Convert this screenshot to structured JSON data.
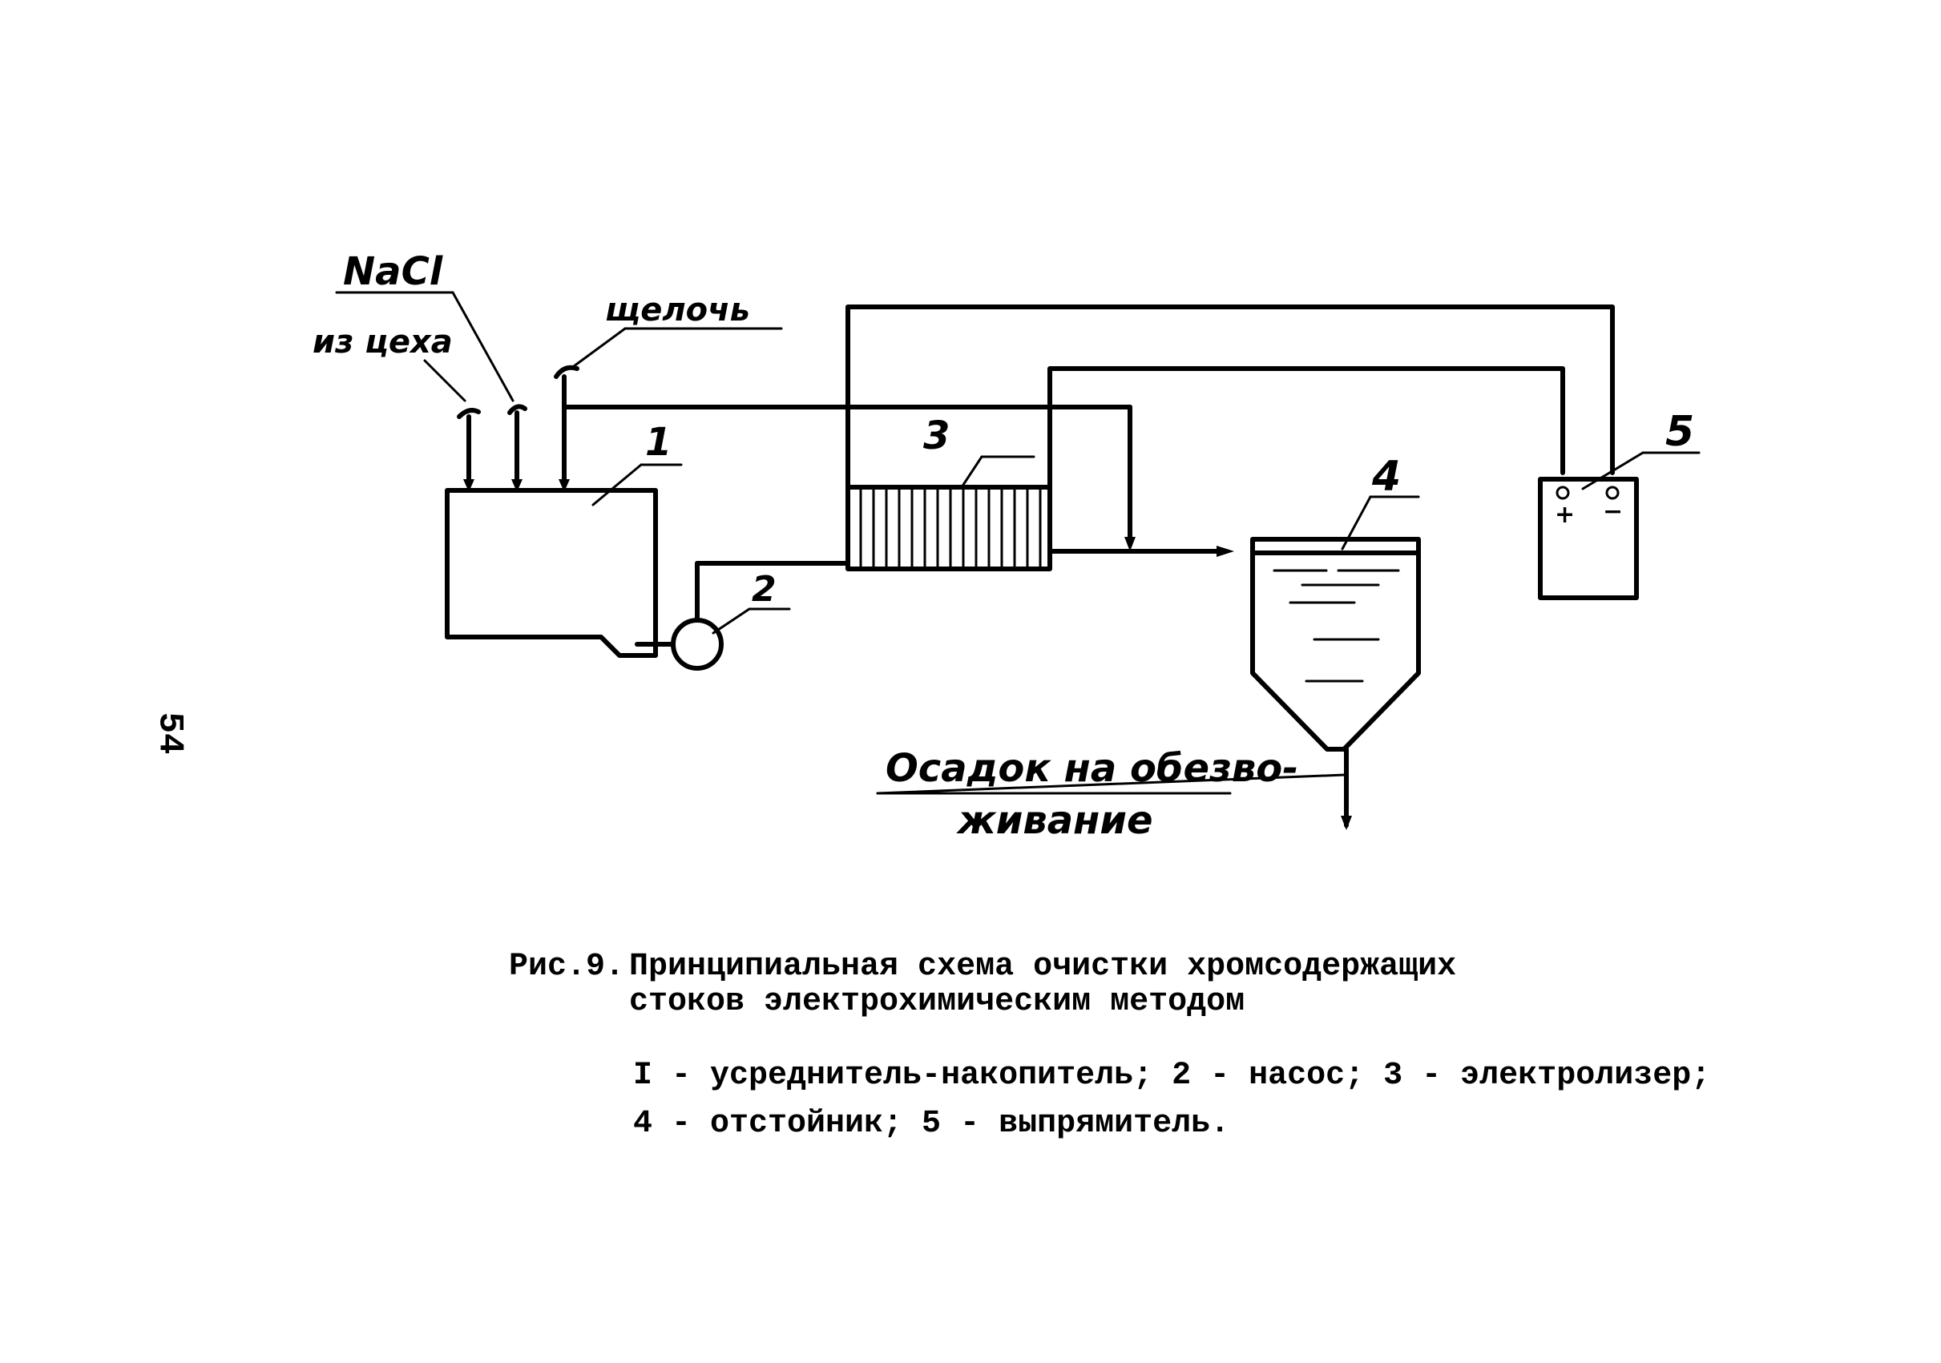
{
  "diagram": {
    "labels": {
      "nacl": "NaCl",
      "from_shop": "из цеха",
      "alkali": "щелочь",
      "sludge_line1": "Осадок на обезво-",
      "sludge_line2": "живание"
    },
    "numbers": {
      "n1": "1",
      "n2": "2",
      "n3": "3",
      "n4": "4",
      "n5": "5"
    },
    "polarity": {
      "plus": "+",
      "minus": "−"
    }
  },
  "page_mark": "54",
  "caption": {
    "figure_number": "Рис.9.",
    "line1": "Принципиальная схема очистки хромсодержащих",
    "line2": "стоков электрохимическим методом"
  },
  "legend": {
    "line1": "I - усреднитель-накопитель; 2 - насос; 3 - электролизер;",
    "line2": "4 - отстойник; 5 - выпрямитель."
  }
}
